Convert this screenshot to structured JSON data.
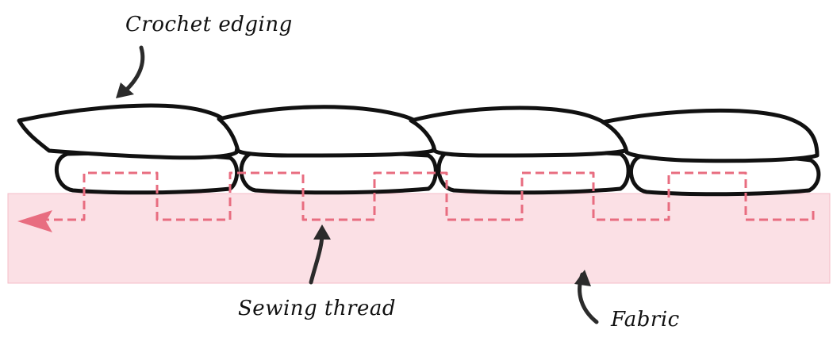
{
  "labels": {
    "crochet_edging": "Crochet edging",
    "sewing_thread": "Sewing thread",
    "fabric": "Fabric"
  },
  "colors": {
    "fabric_fill": "#fbe0e5",
    "fabric_edge": "#f4bcc8",
    "thread": "#e86d80",
    "outline": "#111111",
    "arrow": "#2b2b2b"
  }
}
